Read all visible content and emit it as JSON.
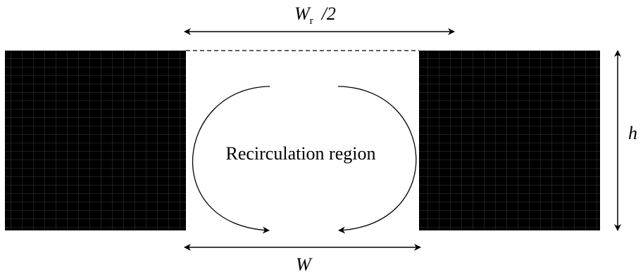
{
  "labels": {
    "top_width": "W",
    "top_width_subscript": "r",
    "top_width_suffix": "/2",
    "bottom_width": "W",
    "height": "h",
    "region": "Recirculation region"
  },
  "colors": {
    "block_fill": "#000000",
    "grid_line": "#3a3a3a",
    "line": "#000000",
    "background": "#ffffff"
  },
  "icons": {
    "arrowhead": "filled-triangle-arrowhead"
  }
}
